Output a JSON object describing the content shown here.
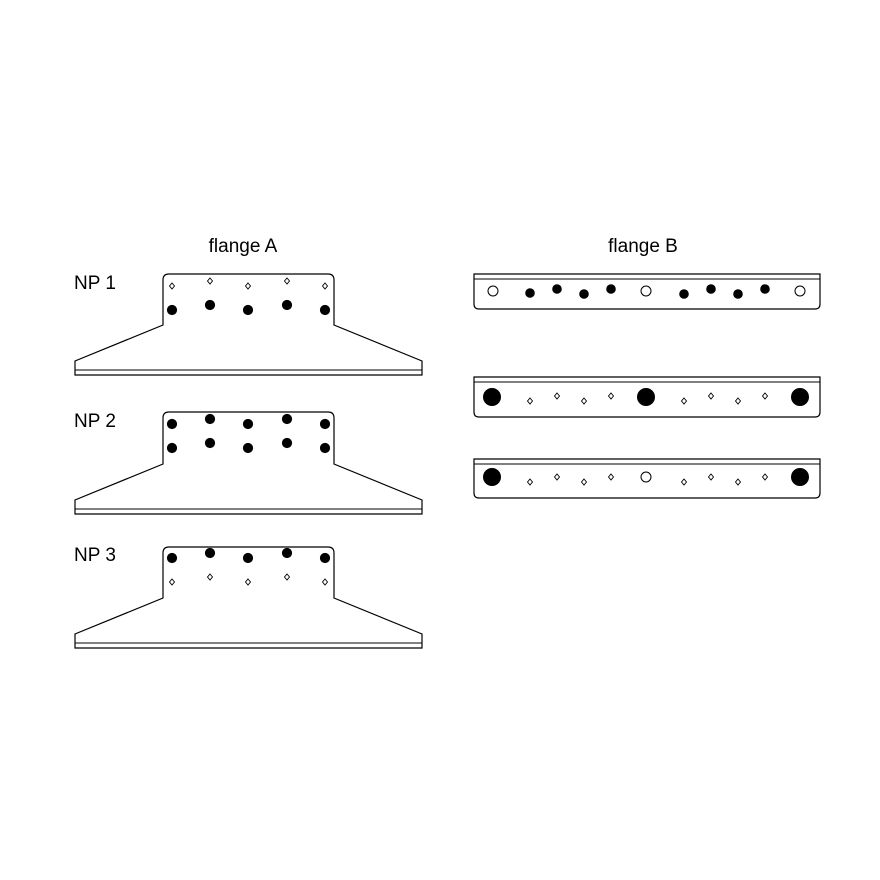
{
  "headers": {
    "flange_a": "flange A",
    "flange_b": "flange B"
  },
  "rows": [
    {
      "label": "NP 1"
    },
    {
      "label": "NP 2"
    },
    {
      "label": "NP 3"
    }
  ],
  "legend_symbols": {
    "filled": "filled-bolt-hole",
    "open": "open-bolt-hole",
    "diamond": "diamond-marker"
  }
}
